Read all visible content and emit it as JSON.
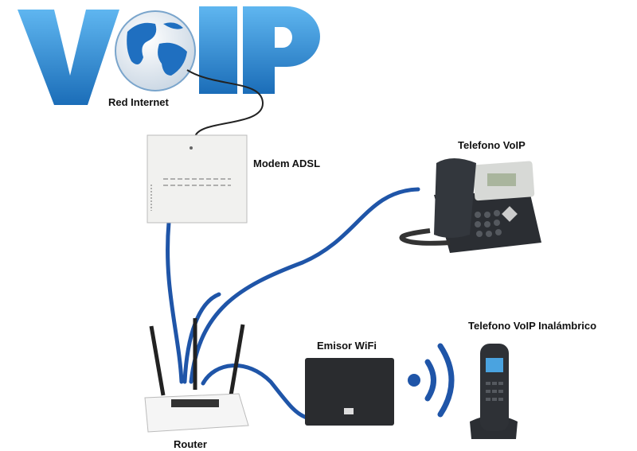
{
  "logo": {
    "text": "VOIP"
  },
  "labels": {
    "internet": "Red Internet",
    "modem": "Modem ADSL",
    "voip_phone": "Telefono VoIP",
    "wireless_phone": "Telefono VoIP Inalámbrico",
    "wifi": "Emisor WiFi",
    "router": "Router"
  },
  "colors": {
    "cable": "#1f55a8",
    "logo": "#2a8fd6",
    "device_dark": "#2b2e33"
  }
}
